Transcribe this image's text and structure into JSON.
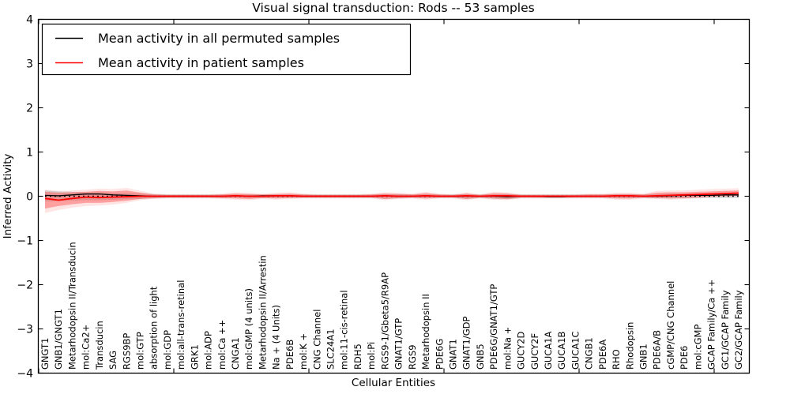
{
  "figure": {
    "title": "Visual signal transduction: Rods -- 53 samples",
    "xlabel": "Cellular Entities",
    "ylabel": "Inferred Activity"
  },
  "legend": {
    "position": "upper left",
    "entries": [
      {
        "label": "Mean activity in all permuted samples",
        "color": "#000000"
      },
      {
        "label": "Mean activity in patient samples",
        "color": "#ff0000"
      }
    ]
  },
  "chart_data": {
    "type": "line",
    "title": "Visual signal transduction: Rods -- 53 samples",
    "xlabel": "Cellular Entities",
    "ylabel": "Inferred Activity",
    "ylim": [
      -4,
      4
    ],
    "yticks": [
      4,
      3,
      2,
      1,
      0,
      -1,
      -2,
      -3,
      -4
    ],
    "grid": false,
    "legend_position": "upper left",
    "reference_line": {
      "y": 0,
      "style": "dotted",
      "color": "#000000"
    },
    "categories": [
      "GNGT1",
      "GNB1/GNGT1",
      "Metarhodopsin II/Transducin",
      "mol:Ca2+",
      "Transducin",
      "SAG",
      "RGS9BP",
      "mol:GTP",
      "absorption of light",
      "mol:GDP",
      "mol:all-trans-retinal",
      "GRK1",
      "mol:ADP",
      "mol:Ca ++",
      "CNGA1",
      "mol:GMP (4 units)",
      "Metarhodopsin II/Arrestin",
      "Na + (4 Units)",
      "PDE6B",
      "mol:K +",
      "CNG Channel",
      "SLC24A1",
      "mol:11-cis-retinal",
      "RDH5",
      "mol:Pi",
      "RGS9-1/Gbeta5/R9AP",
      "GNAT1/GTP",
      "RGS9",
      "Metarhodopsin II",
      "PDE6G",
      "GNAT1",
      "GNAT1/GDP",
      "GNB5",
      "PDE6G/GNAT1/GTP",
      "mol:Na +",
      "GUCY2D",
      "GUCY2F",
      "GUCA1A",
      "GUCA1B",
      "GUCA1C",
      "CNGB1",
      "PDE6A",
      "RHO",
      "Rhodopsin",
      "GNB1",
      "PDE6A/B",
      "cGMP/CNG Channel",
      "PDE6",
      "mol:cGMP",
      "GCAP Family/Ca ++",
      "GC1/GCAP Family",
      "GC2/GCAP Family"
    ],
    "series": [
      {
        "name": "Mean activity in all permuted samples",
        "color": "#000000",
        "linewidth": 1.3,
        "values": [
          0.02,
          0.01,
          0.03,
          0.05,
          0.05,
          0.03,
          0.02,
          0.01,
          0,
          0,
          0,
          0,
          0,
          0,
          0.01,
          0,
          0.01,
          0.01,
          0.01,
          0,
          0,
          0,
          0,
          0,
          0,
          0.01,
          0,
          0,
          0.01,
          0,
          0,
          0,
          0,
          0,
          -0.01,
          0,
          0,
          -0.01,
          -0.01,
          0,
          0,
          0,
          0.01,
          0.01,
          0,
          0,
          0.01,
          0.02,
          0.02,
          0.02,
          0.03,
          0.03
        ]
      },
      {
        "name": "Mean activity in patient samples",
        "color": "#ff0000",
        "linewidth": 1.8,
        "values": [
          -0.05,
          -0.09,
          -0.05,
          -0.02,
          -0.03,
          -0.02,
          -0.01,
          0,
          0,
          0,
          0,
          0,
          0,
          0,
          0.01,
          0,
          0,
          0.01,
          0.01,
          0,
          0,
          0,
          0,
          0,
          0,
          0.01,
          0,
          0,
          0.01,
          0,
          0,
          0.01,
          0,
          0.01,
          0.01,
          0,
          0,
          0,
          0,
          0,
          0,
          0,
          0.01,
          0.01,
          0,
          0.01,
          0.02,
          0.03,
          0.04,
          0.05,
          0.06,
          0.07
        ]
      }
    ],
    "bands": [
      {
        "name": "patient-std-outer",
        "color": "#ff5555",
        "opacity": 0.16,
        "upper": [
          0.15,
          0.12,
          0.13,
          0.15,
          0.17,
          0.16,
          0.19,
          0.12,
          0.06,
          0.05,
          0.05,
          0.05,
          0.05,
          0.06,
          0.09,
          0.08,
          0.06,
          0.08,
          0.09,
          0.06,
          0.05,
          0.05,
          0.05,
          0.05,
          0.06,
          0.09,
          0.08,
          0.06,
          0.1,
          0.06,
          0.05,
          0.09,
          0.05,
          0.1,
          0.09,
          0.05,
          0.05,
          0.05,
          0.05,
          0.05,
          0.06,
          0.06,
          0.08,
          0.08,
          0.06,
          0.12,
          0.13,
          0.13,
          0.15,
          0.16,
          0.17,
          0.18
        ],
        "lower": [
          -0.38,
          -0.31,
          -0.26,
          -0.22,
          -0.21,
          -0.19,
          -0.15,
          -0.09,
          -0.06,
          -0.05,
          -0.05,
          -0.05,
          -0.05,
          -0.06,
          -0.08,
          -0.09,
          -0.06,
          -0.08,
          -0.06,
          -0.05,
          -0.05,
          -0.05,
          -0.05,
          -0.05,
          -0.05,
          -0.09,
          -0.06,
          -0.05,
          -0.08,
          -0.05,
          -0.05,
          -0.09,
          -0.05,
          -0.08,
          -0.09,
          -0.05,
          -0.05,
          -0.05,
          -0.05,
          -0.05,
          -0.05,
          -0.05,
          -0.08,
          -0.08,
          -0.05,
          -0.06,
          -0.08,
          -0.06,
          -0.05,
          -0.02,
          -0.01,
          0.0
        ]
      },
      {
        "name": "permuted-std",
        "color": "#aaaaaa",
        "opacity": 0.45,
        "upper": [
          0.13,
          0.11,
          0.1,
          0.09,
          0.09,
          0.08,
          0.07,
          0.06,
          0.05,
          0.04,
          0.04,
          0.04,
          0.04,
          0.04,
          0.04,
          0.04,
          0.04,
          0.04,
          0.04,
          0.04,
          0.04,
          0.04,
          0.04,
          0.04,
          0.04,
          0.05,
          0.05,
          0.04,
          0.05,
          0.04,
          0.04,
          0.05,
          0.04,
          0.05,
          0.05,
          0.04,
          0.04,
          0.04,
          0.04,
          0.04,
          0.04,
          0.04,
          0.05,
          0.05,
          0.04,
          0.05,
          0.06,
          0.06,
          0.06,
          0.06,
          0.06,
          0.06
        ],
        "lower": [
          -0.12,
          -0.11,
          -0.1,
          -0.09,
          -0.09,
          -0.08,
          -0.07,
          -0.06,
          -0.05,
          -0.04,
          -0.04,
          -0.04,
          -0.04,
          -0.04,
          -0.04,
          -0.04,
          -0.04,
          -0.04,
          -0.04,
          -0.04,
          -0.04,
          -0.04,
          -0.04,
          -0.04,
          -0.04,
          -0.06,
          -0.05,
          -0.04,
          -0.05,
          -0.04,
          -0.04,
          -0.06,
          -0.04,
          -0.06,
          -0.07,
          -0.04,
          -0.04,
          -0.04,
          -0.04,
          -0.04,
          -0.04,
          -0.04,
          -0.05,
          -0.05,
          -0.04,
          -0.05,
          -0.05,
          -0.05,
          -0.04,
          -0.04,
          -0.04,
          -0.04
        ]
      },
      {
        "name": "patient-std",
        "color": "#ff3333",
        "opacity": 0.38,
        "upper": [
          0.1,
          0.08,
          0.09,
          0.1,
          0.12,
          0.11,
          0.13,
          0.08,
          0.04,
          0.03,
          0.03,
          0.03,
          0.03,
          0.04,
          0.06,
          0.05,
          0.04,
          0.05,
          0.06,
          0.04,
          0.03,
          0.03,
          0.03,
          0.03,
          0.04,
          0.06,
          0.05,
          0.04,
          0.07,
          0.04,
          0.03,
          0.06,
          0.03,
          0.07,
          0.06,
          0.03,
          0.03,
          0.03,
          0.03,
          0.03,
          0.04,
          0.04,
          0.05,
          0.05,
          0.04,
          0.08,
          0.09,
          0.09,
          0.1,
          0.11,
          0.12,
          0.13
        ],
        "lower": [
          -0.28,
          -0.22,
          -0.18,
          -0.15,
          -0.15,
          -0.13,
          -0.1,
          -0.06,
          -0.04,
          -0.03,
          -0.03,
          -0.03,
          -0.03,
          -0.04,
          -0.05,
          -0.06,
          -0.04,
          -0.05,
          -0.04,
          -0.03,
          -0.03,
          -0.03,
          -0.03,
          -0.03,
          -0.03,
          -0.06,
          -0.04,
          -0.03,
          -0.05,
          -0.03,
          -0.03,
          -0.06,
          -0.03,
          -0.05,
          -0.06,
          -0.03,
          -0.03,
          -0.03,
          -0.03,
          -0.03,
          -0.03,
          -0.03,
          -0.05,
          -0.05,
          -0.03,
          -0.04,
          -0.05,
          -0.04,
          -0.03,
          -0.01,
          0.0,
          0.01
        ]
      }
    ]
  }
}
